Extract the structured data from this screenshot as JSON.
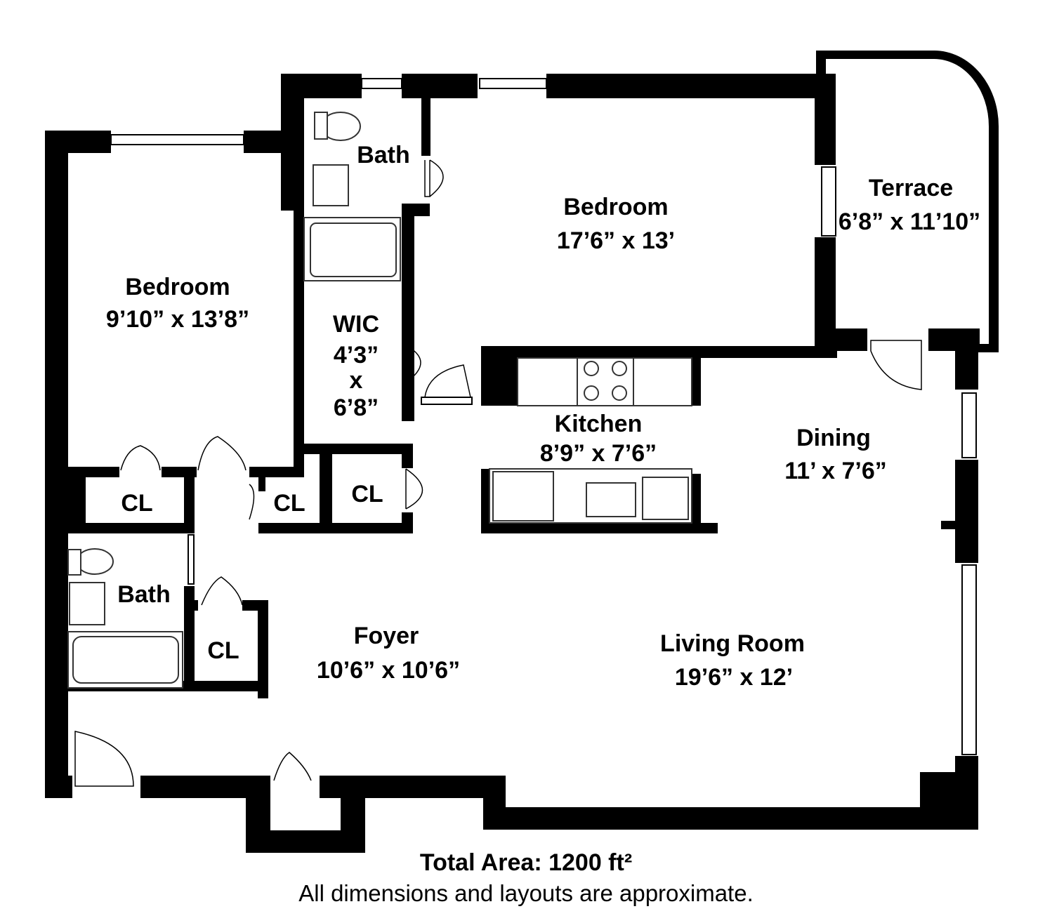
{
  "rooms": {
    "bedroom_left": {
      "name": "Bedroom",
      "dims": "9’10” x 13’8”"
    },
    "bath_top": {
      "name": "Bath"
    },
    "bedroom_main": {
      "name": "Bedroom",
      "dims": "17’6” x 13’"
    },
    "terrace": {
      "name": "Terrace",
      "dims": "6’8” x 11’10”"
    },
    "wic": {
      "name": "WIC",
      "dims_line1": "4’3”",
      "dims_line2": "x",
      "dims_line3": "6’8”"
    },
    "kitchen": {
      "name": "Kitchen",
      "dims": "8’9” x 7’6”"
    },
    "dining": {
      "name": "Dining",
      "dims": "11’ x 7’6”"
    },
    "closet1": {
      "name": "CL"
    },
    "closet2": {
      "name": "CL"
    },
    "closet3": {
      "name": "CL"
    },
    "closet4": {
      "name": "CL"
    },
    "bath_bottom": {
      "name": "Bath"
    },
    "foyer": {
      "name": "Foyer",
      "dims": "10’6” x 10’6”"
    },
    "living": {
      "name": "Living Room",
      "dims": "19’6” x 12’"
    }
  },
  "footer": {
    "total_area": "Total Area: 1200 ft²",
    "disclaimer": "All dimensions and layouts are approximate."
  }
}
